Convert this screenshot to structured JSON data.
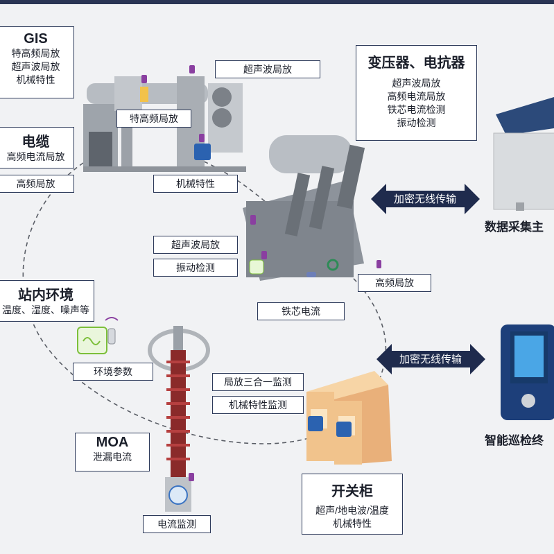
{
  "gis": {
    "title": "GIS",
    "items": [
      "特高频局放",
      "超声波局放",
      "机械特性"
    ]
  },
  "cable": {
    "title": "电缆",
    "items": [
      "高频电流局放",
      "高频局放"
    ]
  },
  "env": {
    "title": "站内环境",
    "items": [
      "温度、湿度、噪声等"
    ]
  },
  "moa": {
    "title": "MOA",
    "items": [
      "泄漏电流"
    ]
  },
  "transformer": {
    "title": "变压器、电抗器",
    "items": [
      "超声波局放",
      "高频电流局放",
      "铁芯电流检测",
      "振动检测"
    ]
  },
  "switchgear": {
    "title": "开关柜",
    "items": [
      "超声/地电波/温度",
      "机械特性"
    ]
  },
  "labels": {
    "gis_ultrasonic": "超声波局放",
    "gis_uhf": "特高频局放",
    "gis_mech": "机械特性",
    "tr_ultrasonic": "超声波局放",
    "tr_vibration": "振动检测",
    "tr_core": "铁芯电流",
    "tr_hf": "高频局放",
    "env_param": "环境参数",
    "sw_pd": "局放三合一监测",
    "sw_mech": "机械特性监测",
    "moa_current": "电流监测"
  },
  "arrows": {
    "top": "加密无线传输",
    "bottom": "加密无线传输"
  },
  "devices": {
    "collector": "数据采集主",
    "terminal": "智能巡检终"
  },
  "colors": {
    "navy": "#1f2b4d",
    "border": "#2d3a5a",
    "sensor": "#8a3fa0",
    "dashed": "#5a5e66",
    "cabinet": "#f1c38c",
    "tr_gray": "#9aa0a8"
  }
}
